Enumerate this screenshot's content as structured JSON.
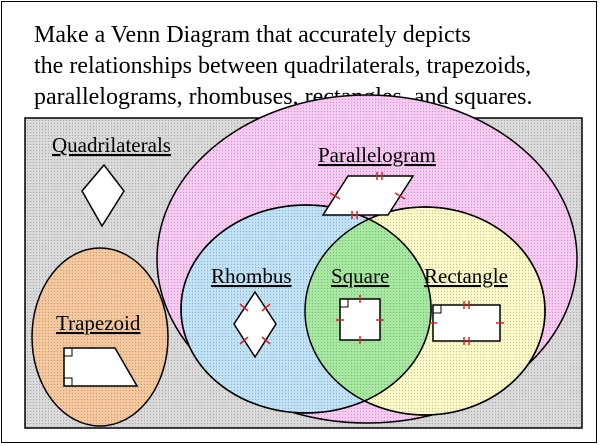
{
  "prompt": {
    "line1": "Make a Venn Diagram that accurately depicts",
    "line2": "the relationships between quadrilaterals, trapezoids,",
    "line3": "parallelograms, rhombuses, rectangles, and squares."
  },
  "labels": {
    "quadrilaterals": "Quadrilaterals",
    "parallelogram": "Parallelogram",
    "rhombus": "Rhombus",
    "square": "Square",
    "rectangle": "Rectangle",
    "trapezoid": "Trapezoid"
  },
  "colors": {
    "quadrilaterals_fill": "#d9d9d9",
    "parallelogram_fill": "#f7c8f2",
    "rhombus_fill": "#bfe2f6",
    "rectangle_fill": "#fbf8c8",
    "square_fill": "#a6e8a0",
    "trapezoid_fill": "#f4c79d",
    "tick_marks": "#e0201e"
  }
}
